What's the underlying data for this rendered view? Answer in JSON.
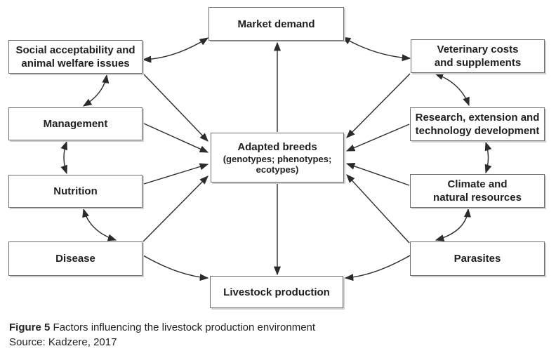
{
  "figure": {
    "nodes": {
      "market_demand": "Market demand",
      "social": "Social acceptability and\nanimal welfare issues",
      "veterinary": "Veterinary costs\nand supplements",
      "management": "Management",
      "research": "Research, extension and\ntechnology development",
      "adapted_title": "Adapted breeds",
      "adapted_subtitle": "(genotypes; phenotypes;\necotypes)",
      "nutrition": "Nutrition",
      "climate": "Climate and\nnatural resources",
      "disease": "Disease",
      "parasites": "Parasites",
      "livestock": "Livestock production"
    },
    "caption": {
      "label": "Figure 5",
      "text": " Factors influencing the livestock production environment",
      "source": "Source: Kadzere, 2017"
    },
    "colors": {
      "arrow_line": "#2b2b2b",
      "box_border": "#6f6f6f",
      "box_shadow": "#cfcfcf",
      "text": "#1f1f1f",
      "background": "#ffffff"
    }
  }
}
